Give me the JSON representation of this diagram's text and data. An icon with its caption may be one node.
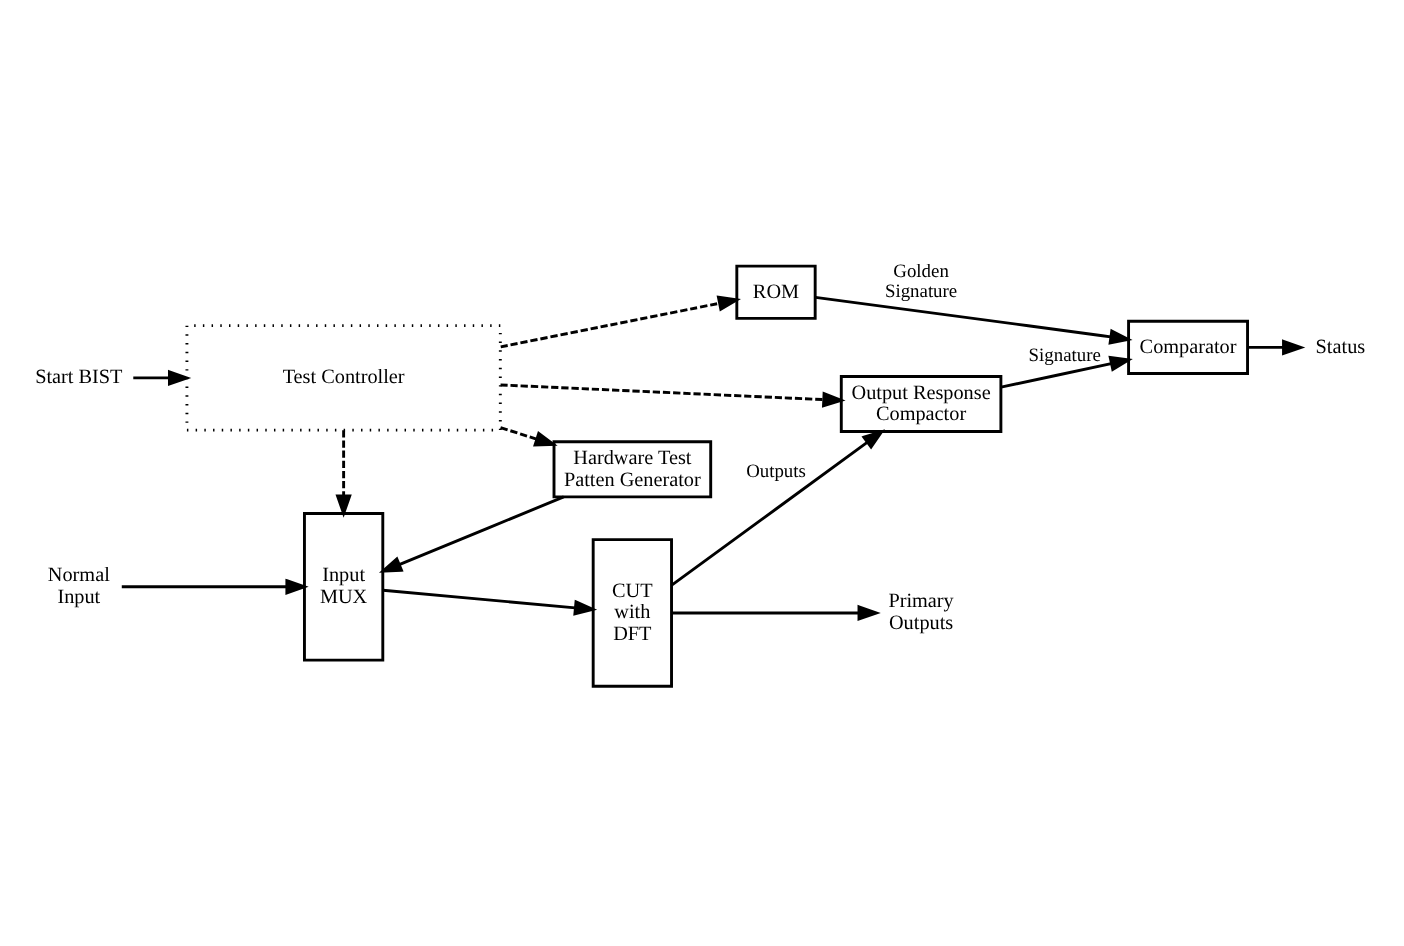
{
  "diagram": {
    "nodes": [
      {
        "text": [
          "Test Controller"
        ]
      },
      {
        "text": [
          "ROM"
        ]
      },
      {
        "text": [
          "Input MUX"
        ]
      },
      {
        "text": [
          "CUT with DFT"
        ]
      },
      {
        "text": [
          "Output Response Compactor"
        ]
      },
      {
        "text": [
          "Comparator"
        ]
      },
      {
        "text": [
          "Hardware Test Patten Generator"
        ]
      },
      {
        "text": [
          "Start BIST"
        ]
      },
      {
        "text": [
          "Normal Input"
        ]
      },
      {
        "text": [
          "Primary Outputs"
        ]
      },
      {
        "text": [
          "Status"
        ]
      }
    ],
    "edges": [
      {
        "from": 7,
        "to": 0,
        "arrow": "to"
      },
      {
        "from": 0,
        "to": 6,
        "arrow": "to",
        "style": "dashed"
      },
      {
        "from": 0,
        "to": 2,
        "arrow": "to",
        "style": "dashed"
      },
      {
        "from": 0,
        "to": 4,
        "arrow": "to",
        "style": "dashed"
      },
      {
        "from": 0,
        "to": 1,
        "arrow": "to",
        "style": "dashed"
      },
      {
        "from": 8,
        "to": 2,
        "arrow": "to"
      },
      {
        "from": 6,
        "to": 2,
        "arrow": "to"
      },
      {
        "from": 2,
        "to": 3,
        "arrow": "to"
      },
      {
        "from": 3,
        "to": 4,
        "arrow": "to",
        "label": "Outputs"
      },
      {
        "from": 3,
        "to": 9,
        "arrow": "to"
      },
      {
        "from": 4,
        "to": 5,
        "arrow": "to",
        "label": "Signature"
      },
      {
        "from": 1,
        "to": 5,
        "arrow": "to",
        "label": "Golden Signature"
      },
      {
        "from": 5,
        "to": 10,
        "arrow": "to"
      }
    ]
  }
}
